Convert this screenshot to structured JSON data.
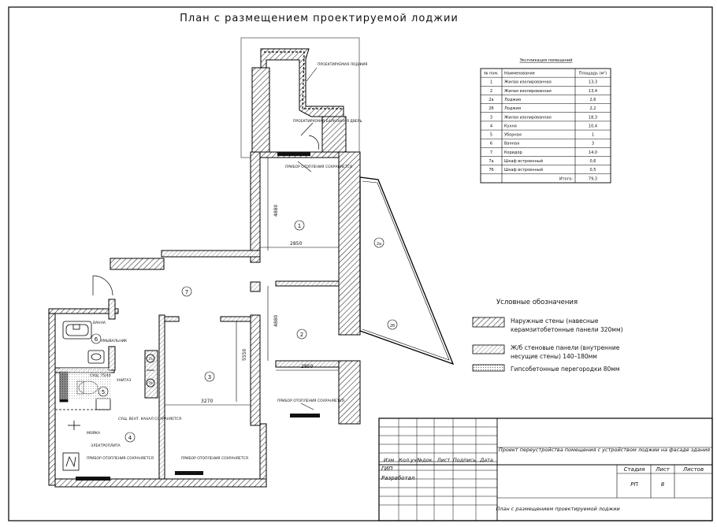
{
  "title": "План с размещением проектируемой лоджии",
  "plan": {
    "loggia_label": "ПРОЕКТИРУЕМАЯ ЛОДЖИЯ",
    "balcony_door_label": "ПРОЕКТИРУЕМАЯ БАЛКОННАЯ ДВЕРЬ",
    "heater_labels": [
      "ПРИБОР ОТОПЛЕНИЯ СОХРАНЯЕТСЯ",
      "ПРИБОР ОТОПЛЕНИЯ СОХРАНЯЕТСЯ",
      "ПРИБОР ОТОПЛЕНИЯ СОХРАНЯЕТСЯ",
      "ПРИБОР ОТОПЛЕНИЯ СОХРАНЯЕТСЯ"
    ],
    "bath_label": "ВАННА",
    "sink_label": "УМЫВАЛЬНИК",
    "toilet_label": "УНИТАЗ",
    "counter_label": "СУЩ. 75/40",
    "vent_label": "СУЩ. ВЕНТ. КАНАЛ СОХРАНЯЕТСЯ",
    "wash_label": "МОЙКА",
    "stove_label": "ЭЛЕКТРОПЛИТА",
    "room_numbers": [
      "1",
      "2",
      "3",
      "4",
      "5",
      "6",
      "7",
      "2а",
      "2б",
      "7а",
      "7б"
    ],
    "dimensions": [
      "4880",
      "2850",
      "4880",
      "2850",
      "5550",
      "3270"
    ]
  },
  "explication": {
    "title": "Экспликация помещений",
    "headers": [
      "№ пом.",
      "Наименование",
      "Площадь (м²)"
    ],
    "rows": [
      [
        "1",
        "Жилая изолированная",
        "13,3"
      ],
      [
        "2",
        "Жилая изолированная",
        "13,4"
      ],
      [
        "2а",
        "Лоджия",
        "2,6"
      ],
      [
        "2б",
        "Лоджия",
        "2,2"
      ],
      [
        "3",
        "Жилая изолированная",
        "18,3"
      ],
      [
        "4",
        "Кухня",
        "10,4"
      ],
      [
        "5",
        "Уборная",
        "1"
      ],
      [
        "6",
        "Ванная",
        "3"
      ],
      [
        "7",
        "Коридор",
        "14,0"
      ],
      [
        "7а",
        "Шкаф встроенный",
        "0,6"
      ],
      [
        "7б",
        "Шкаф встроенный",
        "0,5"
      ]
    ],
    "total_label": "Итого:",
    "total_value": "79,3"
  },
  "legend": {
    "title": "Условные обозначения",
    "items": [
      {
        "line1": "Наружные стены (навесные",
        "line2": "керамзитобетонные панели 320мм)"
      },
      {
        "line1": "Ж/б стеновые панели (внутренние",
        "line2": "несущие стены) 140–180мм"
      },
      {
        "line1": "Гипсобетонные перегородки 80мм",
        "line2": ""
      }
    ]
  },
  "title_block": {
    "project": "Проект переустройства помещения с устройством лоджии на фасаде здания",
    "columns": [
      "Изм",
      "Кол.уч",
      "№док.",
      "Лист",
      "Подпись",
      "Дата"
    ],
    "gip": "ГИП",
    "developed": "Разработал",
    "stage_label": "Стадия",
    "sheet_label": "Лист",
    "sheets_label": "Листов",
    "stage": "РП",
    "sheet": "8",
    "sheets": "",
    "drawing_title": "План с размещением проектируемой лоджии"
  }
}
